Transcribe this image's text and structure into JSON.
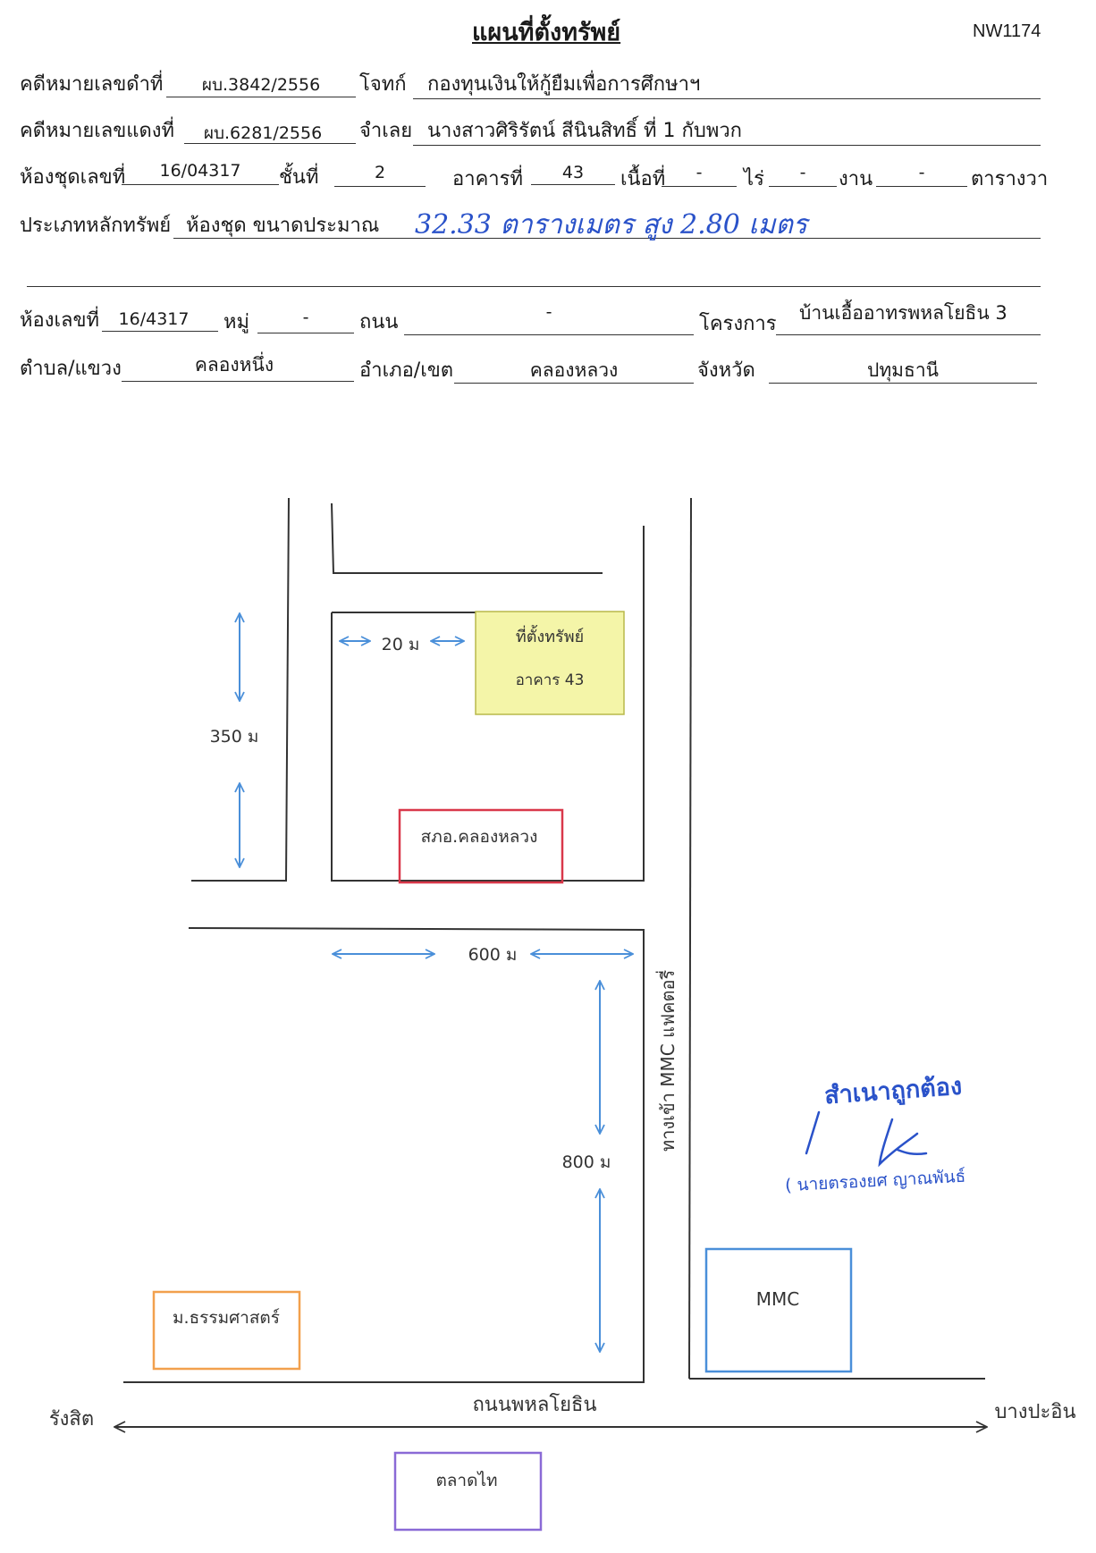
{
  "header": {
    "title": "แผนที่ตั้งทรัพย์",
    "doc_id": "NW1174"
  },
  "form": {
    "black_case_label": "คดีหมายเลขดำที่",
    "black_case_value": "ผบ.3842/2556",
    "plaintiff_label": "โจทก์",
    "plaintiff_value": "กองทุนเงินให้กู้ยืมเพื่อการศึกษาฯ",
    "red_case_label": "คดีหมายเลขแดงที่",
    "red_case_value": "ผบ.6281/2556",
    "defendant_label": "จำเลย",
    "defendant_value": "นางสาวศิริรัตน์ สีนินสิทธิ์ ที่ 1 กับพวก",
    "condo_no_label": "ห้องชุดเลขที่",
    "condo_no_value": "16/04317",
    "floor_label": "ชั้นที่",
    "floor_value": "2",
    "building_label": "อาคารที่",
    "building_value": "43",
    "area_label": "เนื้อที่",
    "area_value": "-",
    "rai_label": "ไร่",
    "rai_value": "-",
    "ngan_label": "งาน",
    "ngan_value": "-",
    "sqwa_label": "ตารางวา",
    "asset_type_label": "ประเภทหลักทรัพย์",
    "asset_type_value": "ห้องชุด ขนาดประมาณ",
    "asset_size_handwritten": "32.33 ตารางเมตร สูง 2.80 เมตร",
    "room_no_label": "ห้องเลขที่",
    "room_no_value": "16/4317",
    "moo_label": "หมู่",
    "moo_value": "-",
    "road_label": "ถนน",
    "road_value": "-",
    "project_label": "โครงการ",
    "project_value": "บ้านเอื้ออาทรพหลโยธิน 3",
    "subdistrict_label": "ตำบล/แขวง",
    "subdistrict_value": "คลองหนึ่ง",
    "district_label": "อำเภอ/เขต",
    "district_value": "คลองหลวง",
    "province_label": "จังหวัด",
    "province_value": "ปทุมธานี"
  },
  "map": {
    "property_title": "ที่ตั้งทรัพย์",
    "property_building": "อาคาร 43",
    "dist_20": "20 ม",
    "dist_350": "350 ม",
    "dist_600": "600 ม",
    "dist_800": "800 ม",
    "police_station": "สภอ.คลองหลวง",
    "mmc_road": "ทางเข้า MMC แฟคตอรี่",
    "thammasat": "ม.ธรรมศาสตร์",
    "mmc": "MMC",
    "main_road": "ถนนพหลโยธิน",
    "left_dir": "รังสิต",
    "right_dir": "บางปะอิน",
    "market": "ตลาดไท",
    "colors": {
      "property_fill": "#f4f5a8",
      "police_border": "#d9384a",
      "thammasat_border": "#f2a04d",
      "mmc_border": "#4a8fd9",
      "market_border": "#8a6ad6",
      "arrow_blue": "#4a8fd9"
    }
  },
  "stamp": {
    "certified": "สำเนาถูกต้อง",
    "name": "( นายตรองยศ ญาณพันธ์"
  }
}
